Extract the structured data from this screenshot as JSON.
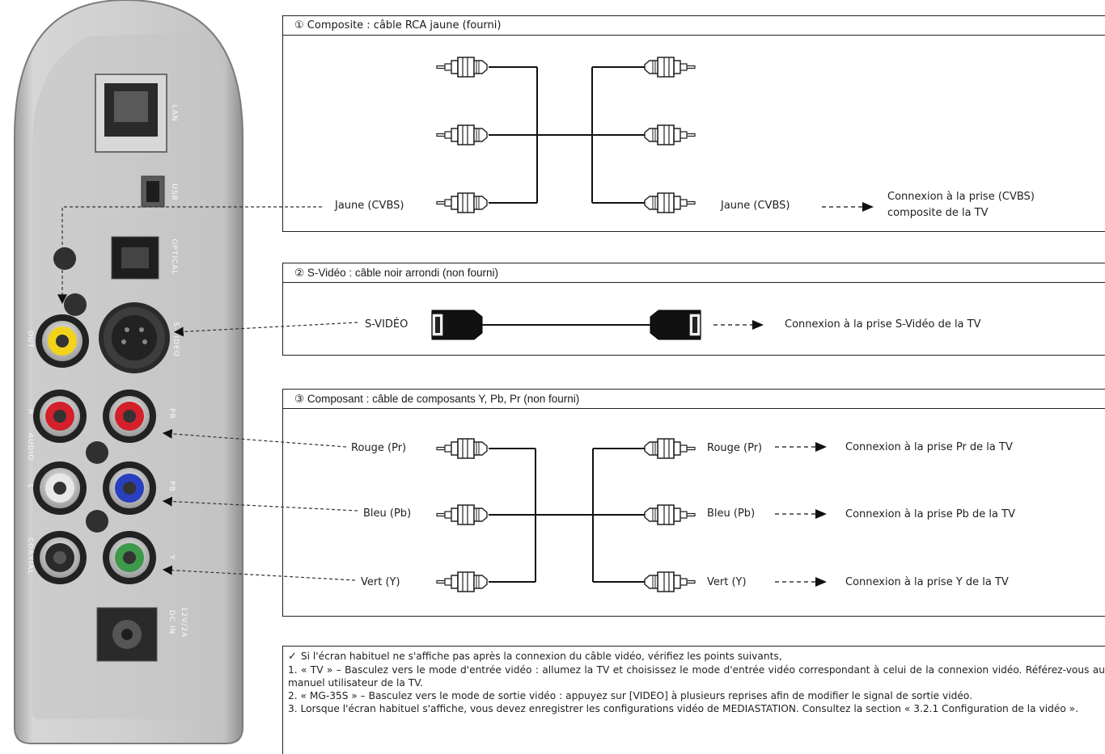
{
  "box_composite": {
    "title": "① Composite : câble RCA jaune (fourni)",
    "left_label": "Jaune (CVBS)",
    "right_label": "Jaune (CVBS)",
    "connection_line1": "Connexion à la prise (CVBS)",
    "connection_line2": "composite de la TV"
  },
  "box_svideo": {
    "title": "② S-Vidéo : câble noir arrondi (non fourni)",
    "left_label": "S-VIDÉO",
    "connection": "Connexion à la prise S-Vidéo de la TV"
  },
  "box_component": {
    "title": "③ Composant : câble de composants Y, Pb, Pr (non fourni)",
    "rows": [
      {
        "left_label": "Rouge (Pr)",
        "right_label": "Rouge (Pr)",
        "connection": "Connexion à la prise Pr de la TV"
      },
      {
        "left_label": "Bleu (Pb)",
        "right_label": "Bleu (Pb)",
        "connection": "Connexion à la prise Pb de la TV"
      },
      {
        "left_label": "Vert (Y)",
        "right_label": "Vert (Y)",
        "connection": "Connexion à la prise Y de la TV"
      }
    ]
  },
  "device": {
    "labels": [
      "LAN",
      "USB",
      "OPTICAL",
      "OUT",
      "S-VIDEO",
      "R",
      "AUDIO",
      "L",
      "PR",
      "PB",
      "Y",
      "COAXIAL",
      "DC IN",
      "12V/2A"
    ]
  },
  "notes": {
    "check_mark": "✓",
    "line0": "Si l'écran habituel ne s'affiche pas après la connexion du câble vidéo, vérifiez les points suivants,",
    "line1": "1. « TV » – Basculez vers le mode d'entrée vidéo : allumez la TV et choisissez le mode d'entrée vidéo correspondant à celui de la connexion vidéo. Référez-vous au manuel utilisateur de la TV.",
    "line2": "2. « MG-35S » – Basculez vers le mode de sortie vidéo : appuyez sur [VIDEO] à plusieurs reprises afin de modifier le signal de sortie vidéo.",
    "line3": "3. Lorsque l'écran habituel s'affiche, vous devez enregistrer les configurations vidéo de MEDIASTATION. Consultez la section « 3.2.1 Configuration de la vidéo »."
  },
  "colors": {
    "panel": "#c9c9c9",
    "jack_yellow": "#f2d21a",
    "jack_red": "#d4202a",
    "jack_blue": "#2a3fc0",
    "jack_green": "#3c9a4a",
    "jack_white": "#e8e8e8",
    "jack_black": "#2a2a2a"
  }
}
